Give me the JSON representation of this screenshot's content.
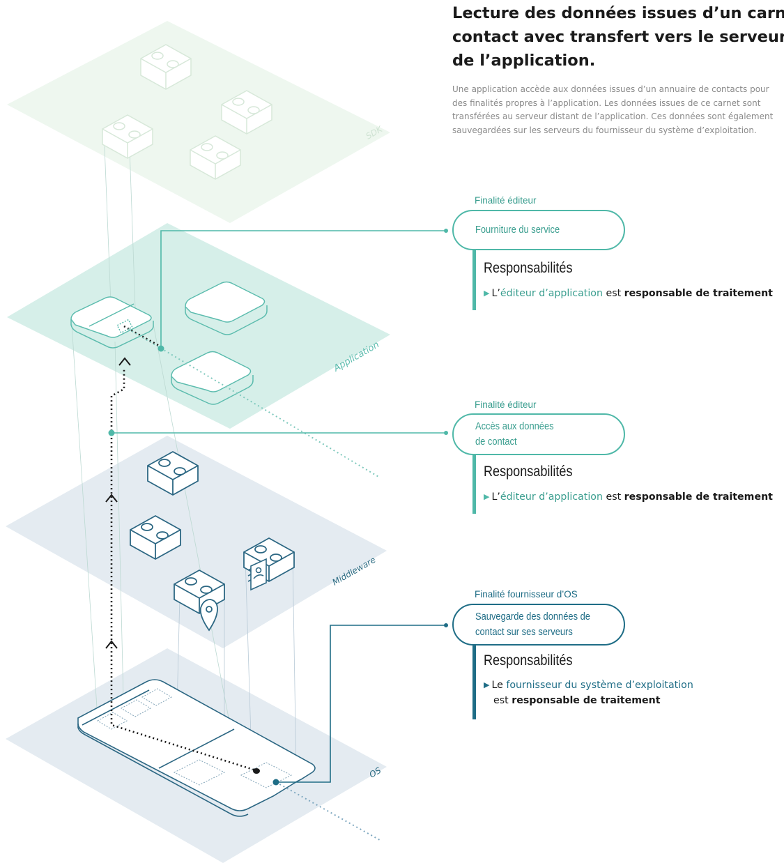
{
  "title_lines": [
    "Lecture des données issues d’un carnet de",
    "contact avec transfert vers le serveur distant",
    "de l’application."
  ],
  "intro_lines": [
    "Une application accède aux données issues d’un annuaire de contacts pour",
    "des finalités propres à l’application. Les données issues de ce carnet sont",
    "transférées au serveur distant de l’application. Ces données sont également",
    "sauvegardées sur les serveurs du fournisseur du système d’exploitation."
  ],
  "layers": {
    "sdk": "SDK",
    "application": "Application",
    "middleware": "Middleware",
    "os": "OS"
  },
  "purposes": [
    {
      "label": "Finalité éditeur",
      "pill_lines": [
        "Fourniture du service"
      ],
      "resp_title": "Responsabilités",
      "line_prefix": "L’",
      "line_actor": "éditeur d’application",
      "line_mid": " est ",
      "line_strong": "responsable de traitement"
    },
    {
      "label": "Finalité éditeur",
      "pill_lines": [
        "Accès aux données",
        "de contact"
      ],
      "resp_title": "Responsabilités",
      "line_prefix": "L’",
      "line_actor": "éditeur d’application",
      "line_mid": " est ",
      "line_strong": "responsable de traitement"
    },
    {
      "label": "Finalité fournisseur d’OS",
      "pill_lines": [
        "Sauvegarde des données de",
        "contact sur ses serveurs"
      ],
      "resp_title": "Responsabilités",
      "line_prefix": "Le ",
      "line_actor": "fournisseur du système d’exploitation",
      "line2_mid": "est ",
      "line2_strong": "responsable de traitement"
    }
  ],
  "colors": {
    "teal": "#4fb8a8",
    "teal_dark": "#3a9e8f",
    "slate": "#1f6d86",
    "sdk_plane": "#eef7ef",
    "app_plane": "#d9f0ea",
    "mid_plane": "#e3ebf1",
    "os_plane": "#e3ebf1",
    "ink": "#1a1a1a"
  }
}
